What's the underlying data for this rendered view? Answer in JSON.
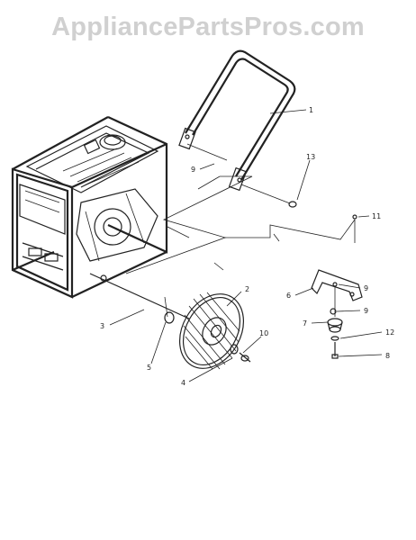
{
  "watermark": "AppliancePartsPros.com",
  "callouts": {
    "c1": "1",
    "c2": "2",
    "c3": "3",
    "c4": "4",
    "c5": "5",
    "c6": "6",
    "c7": "7",
    "c8": "8",
    "c9a": "9",
    "c9b": "9",
    "c9c": "9",
    "c10": "10",
    "c11": "11",
    "c12": "12",
    "c13": "13"
  }
}
